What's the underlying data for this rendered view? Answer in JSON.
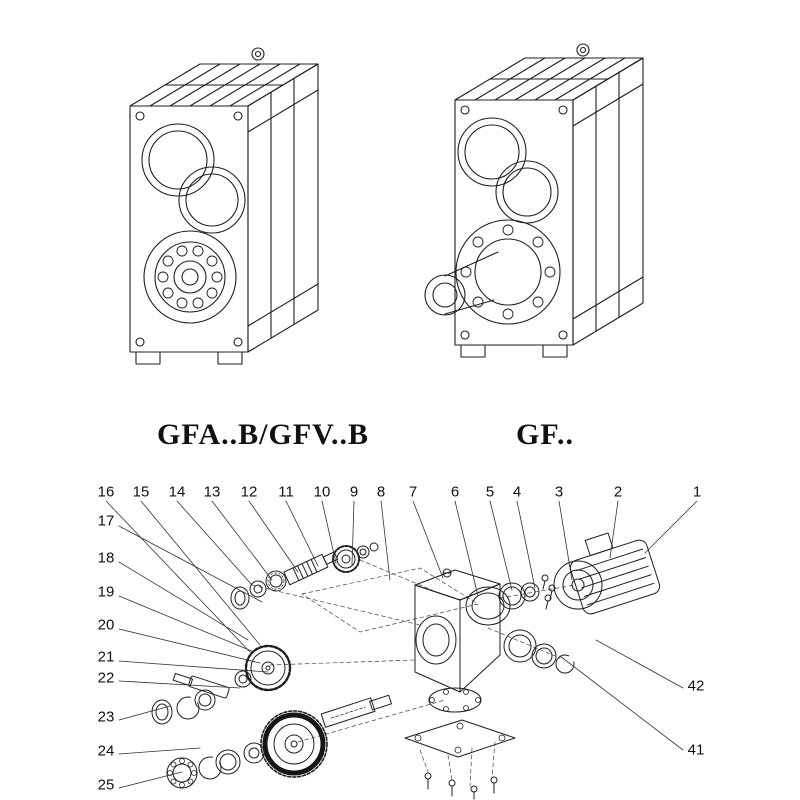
{
  "labels": {
    "left": "GFA..B/GFV..B",
    "right": "GF.."
  },
  "callouts": [
    "16",
    "15",
    "14",
    "13",
    "12",
    "11",
    "10",
    "9",
    "8",
    "7",
    "6",
    "5",
    "4",
    "3",
    "2",
    "1",
    "17",
    "18",
    "19",
    "20",
    "21",
    "22",
    "23",
    "24",
    "25",
    "42",
    "41"
  ],
  "colors": {
    "line": "#1f1f1f",
    "background": "#ffffff",
    "text": "#111111"
  }
}
